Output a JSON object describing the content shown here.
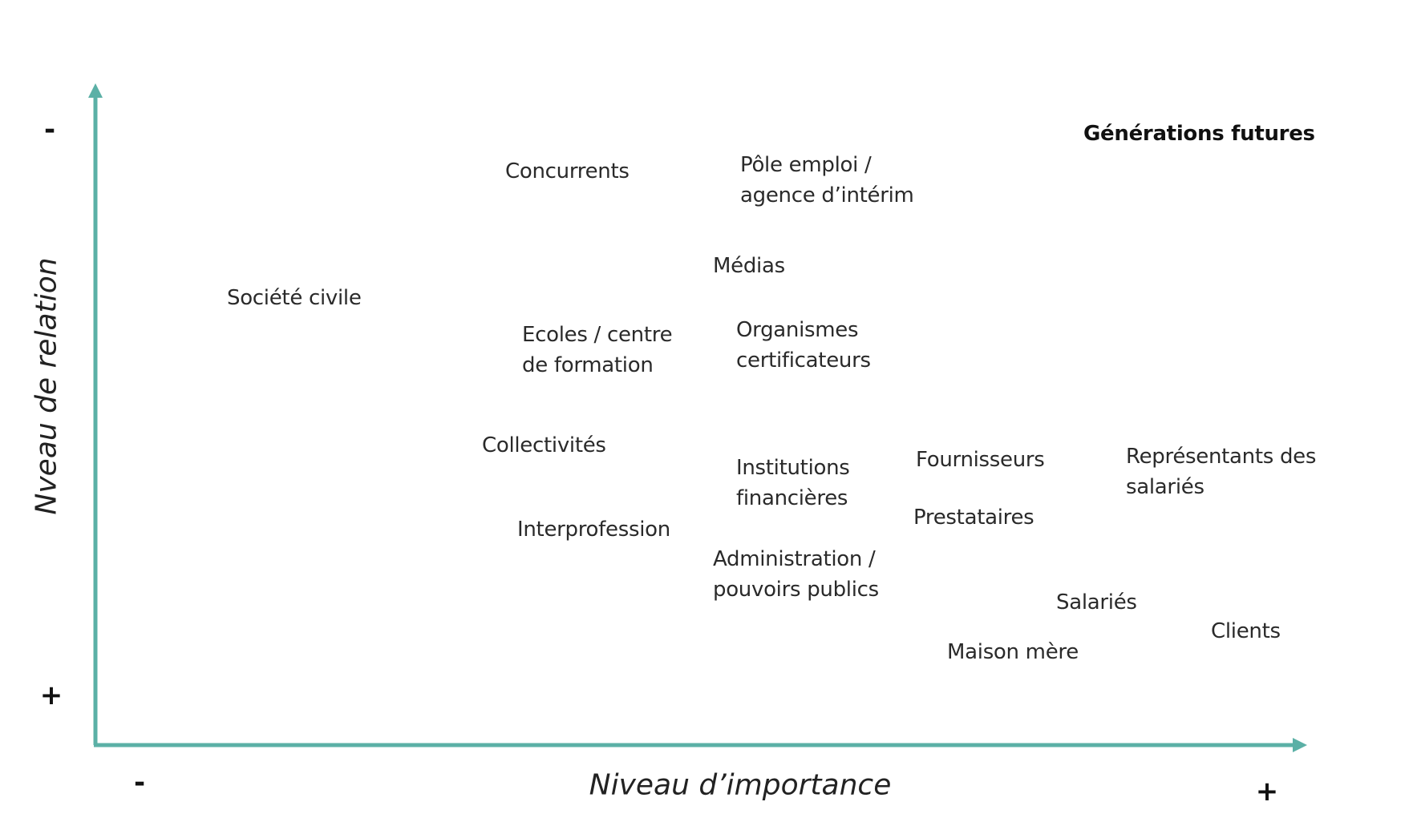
{
  "axes": {
    "y_title": "Nveau de relation",
    "x_title": "Niveau d’importance",
    "y_top_sign": "-",
    "y_bottom_sign": "+",
    "x_left_sign": "-",
    "x_right_sign": "+",
    "color": "#5bb0a6"
  },
  "stakeholders": [
    {
      "id": "generations-futures",
      "lines": [
        "Générations futures"
      ],
      "emphasis": true
    },
    {
      "id": "concurrents",
      "lines": [
        "Concurrents"
      ]
    },
    {
      "id": "pole-emploi",
      "lines": [
        "Pôle emploi /",
        "agence d’intérim"
      ]
    },
    {
      "id": "medias",
      "lines": [
        "Médias"
      ]
    },
    {
      "id": "societe-civile",
      "lines": [
        "Société civile"
      ]
    },
    {
      "id": "ecoles",
      "lines": [
        "Ecoles / centre",
        "de formation"
      ]
    },
    {
      "id": "organismes",
      "lines": [
        "Organismes",
        "certificateurs"
      ]
    },
    {
      "id": "collectivites",
      "lines": [
        "Collectivités"
      ]
    },
    {
      "id": "institutions",
      "lines": [
        "Institutions",
        "financières"
      ]
    },
    {
      "id": "fournisseurs",
      "lines": [
        "Fournisseurs"
      ]
    },
    {
      "id": "representants",
      "lines": [
        "Représentants des",
        "salariés"
      ]
    },
    {
      "id": "interprofession",
      "lines": [
        "Interprofession"
      ]
    },
    {
      "id": "prestataires",
      "lines": [
        "Prestataires"
      ]
    },
    {
      "id": "administration",
      "lines": [
        "Administration /",
        "pouvoirs publics"
      ]
    },
    {
      "id": "salaries",
      "lines": [
        "Salariés"
      ]
    },
    {
      "id": "clients",
      "lines": [
        "Clients"
      ]
    },
    {
      "id": "maison-mere",
      "lines": [
        "Maison mère"
      ]
    }
  ]
}
